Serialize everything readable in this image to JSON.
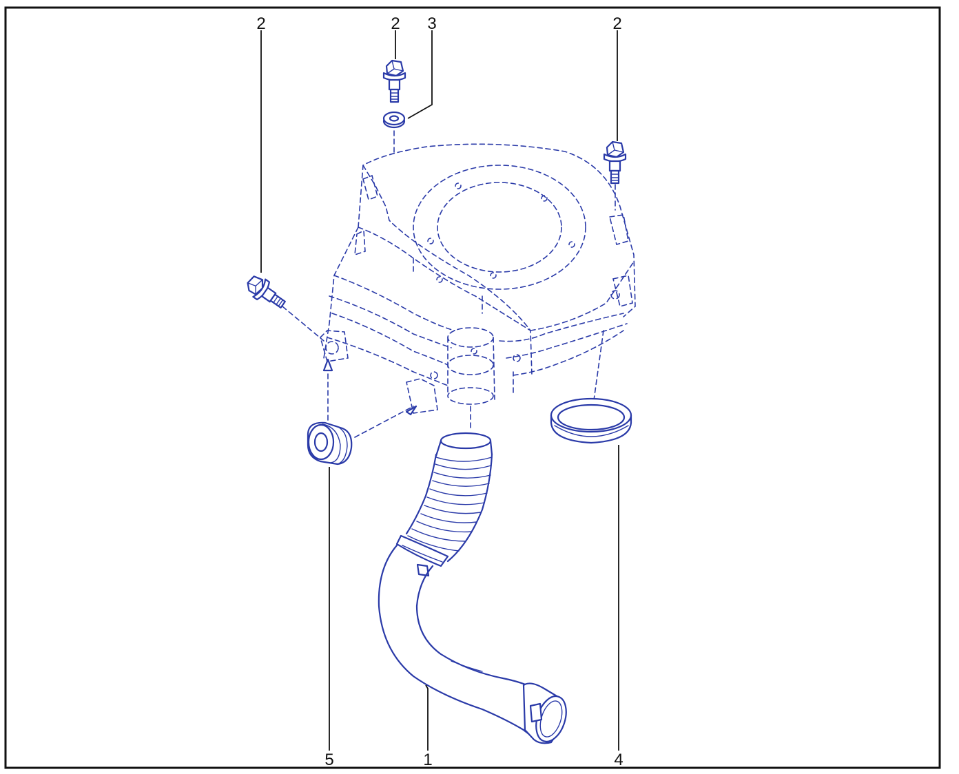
{
  "colors": {
    "ink": "#2a3aa8",
    "border": "#111111",
    "label": "#111111"
  },
  "callouts": [
    {
      "id": "bolt-left-callout",
      "text": "2"
    },
    {
      "id": "bolt-top-callout",
      "text": "2"
    },
    {
      "id": "washer-callout",
      "text": "3"
    },
    {
      "id": "bolt-right-callout",
      "text": "2"
    },
    {
      "id": "grommet-callout",
      "text": "5"
    },
    {
      "id": "hose-callout",
      "text": "1"
    },
    {
      "id": "seal-ring-callout",
      "text": "4"
    }
  ]
}
